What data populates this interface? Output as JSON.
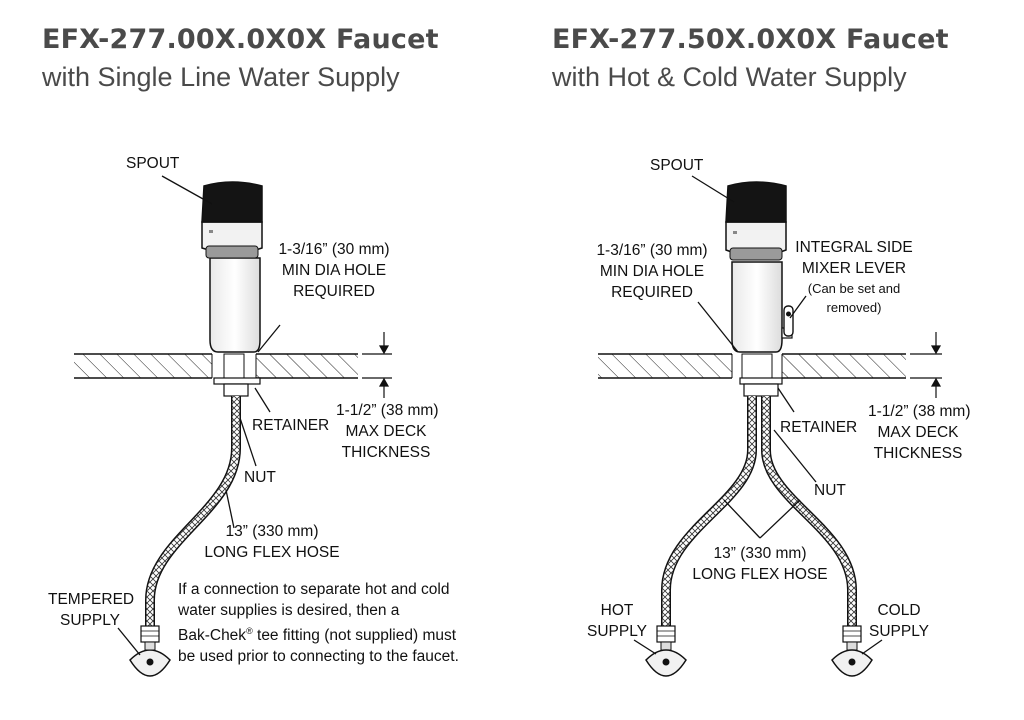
{
  "left": {
    "title": "EFX-277.00X.0X0X Faucet",
    "subtitle": "with Single Line Water Supply",
    "labels": {
      "spout": "SPOUT",
      "hole_1": "1-3/16” (30 mm)",
      "hole_2": "MIN DIA HOLE",
      "hole_3": "REQUIRED",
      "retainer": "RETAINER",
      "deck_1": "1-1/2” (38 mm)",
      "deck_2": "MAX DECK",
      "deck_3": "THICKNESS",
      "nut": "NUT",
      "hose_1": "13” (330 mm)",
      "hose_2": "LONG FLEX HOSE",
      "supply_1": "TEMPERED",
      "supply_2": "SUPPLY"
    },
    "note": {
      "line1": "If a connection to separate hot and cold",
      "line2": "water supplies is desired, then a",
      "line3_pre": "Bak-Chek",
      "line3_sup": "®",
      "line3_post": " tee fitting (not supplied) must",
      "line4": "be used prior to connecting to the faucet."
    }
  },
  "right": {
    "title": "EFX-277.50X.0X0X Faucet",
    "subtitle": "with Hot & Cold Water Supply",
    "labels": {
      "spout": "SPOUT",
      "hole_1": "1-3/16” (30 mm)",
      "hole_2": "MIN DIA HOLE",
      "hole_3": "REQUIRED",
      "lever_1": "INTEGRAL SIDE",
      "lever_2": "MIXER LEVER",
      "lever_3": "(Can be set and",
      "lever_4": "removed)",
      "retainer": "RETAINER",
      "deck_1": "1-1/2” (38 mm)",
      "deck_2": "MAX DECK",
      "deck_3": "THICKNESS",
      "nut": "NUT",
      "hose_1": "13” (330 mm)",
      "hose_2": "LONG FLEX HOSE",
      "hot_1": "HOT",
      "hot_2": "SUPPLY",
      "cold_1": "COLD",
      "cold_2": "SUPPLY"
    }
  }
}
